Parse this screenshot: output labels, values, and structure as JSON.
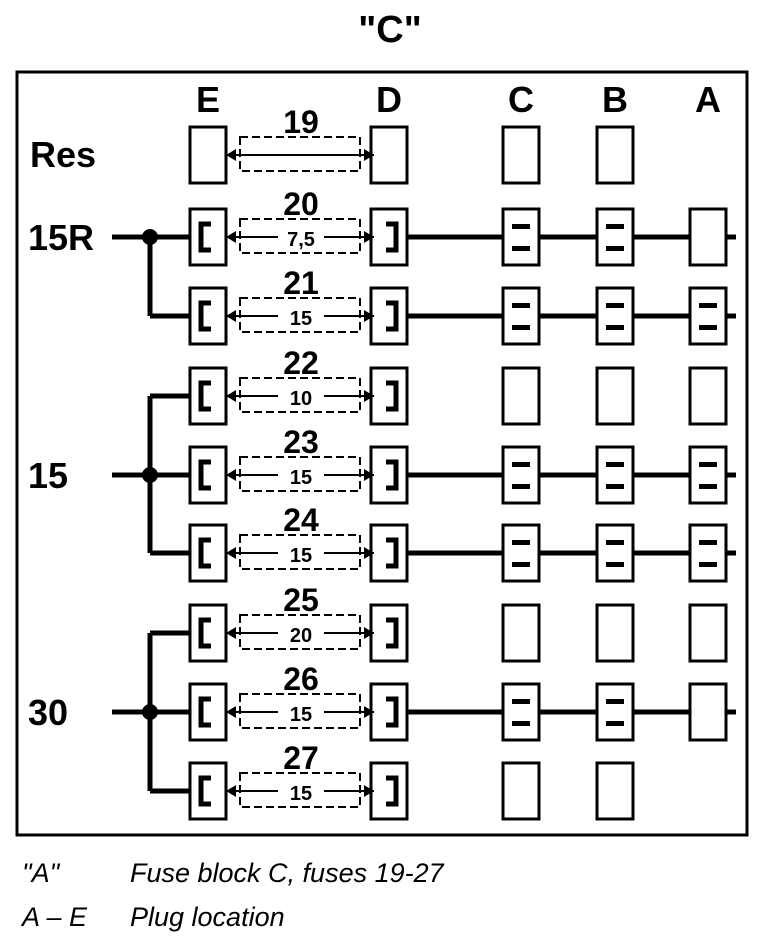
{
  "title": "\"C\"",
  "columns": [
    "E",
    "D",
    "C",
    "B",
    "A"
  ],
  "rows": [
    {
      "fuse": "19",
      "amps": "",
      "reserve": true,
      "connected": [
        "E",
        "D"
      ],
      "bars": []
    },
    {
      "fuse": "20",
      "amps": "7,5",
      "reserve": false,
      "connected": [
        "E",
        "D",
        "C",
        "B",
        "A"
      ],
      "bars": [
        "C",
        "B"
      ]
    },
    {
      "fuse": "21",
      "amps": "15",
      "reserve": false,
      "connected": [
        "E",
        "D",
        "C",
        "B",
        "A"
      ],
      "bars": [
        "C",
        "B",
        "A"
      ]
    },
    {
      "fuse": "22",
      "amps": "10",
      "reserve": false,
      "connected": [
        "E",
        "D"
      ],
      "bars": []
    },
    {
      "fuse": "23",
      "amps": "15",
      "reserve": false,
      "connected": [
        "E",
        "D",
        "C",
        "B",
        "A"
      ],
      "bars": [
        "C",
        "B",
        "A"
      ]
    },
    {
      "fuse": "24",
      "amps": "15",
      "reserve": false,
      "connected": [
        "E",
        "D",
        "C",
        "B",
        "A"
      ],
      "bars": [
        "C",
        "B",
        "A"
      ]
    },
    {
      "fuse": "25",
      "amps": "20",
      "reserve": false,
      "connected": [
        "E",
        "D"
      ],
      "bars": []
    },
    {
      "fuse": "26",
      "amps": "15",
      "reserve": false,
      "connected": [
        "E",
        "D",
        "C",
        "B",
        "A"
      ],
      "bars": [
        "C",
        "B"
      ]
    },
    {
      "fuse": "27",
      "amps": "15",
      "reserve": false,
      "connected": [
        "E",
        "D"
      ],
      "bars": []
    }
  ],
  "column_presence": {
    "C": [
      true,
      true,
      true,
      true,
      true,
      true,
      true,
      true,
      true
    ],
    "B": [
      true,
      true,
      true,
      true,
      true,
      true,
      true,
      true,
      true
    ],
    "A": [
      false,
      true,
      true,
      true,
      true,
      true,
      true,
      true,
      false
    ]
  },
  "supplies": [
    {
      "label": "Res",
      "rows": [
        0
      ]
    },
    {
      "label": "15R",
      "rows": [
        1,
        2
      ]
    },
    {
      "label": "15",
      "rows": [
        3,
        4,
        5
      ]
    },
    {
      "label": "30",
      "rows": [
        6,
        7,
        8
      ]
    }
  ],
  "legend": [
    {
      "key": "\"A\"",
      "text": "Fuse block C, fuses 19-27"
    },
    {
      "key": "A – E",
      "text": "Plug location"
    }
  ],
  "colors": {
    "ink": "#000000",
    "paper": "#ffffff"
  }
}
